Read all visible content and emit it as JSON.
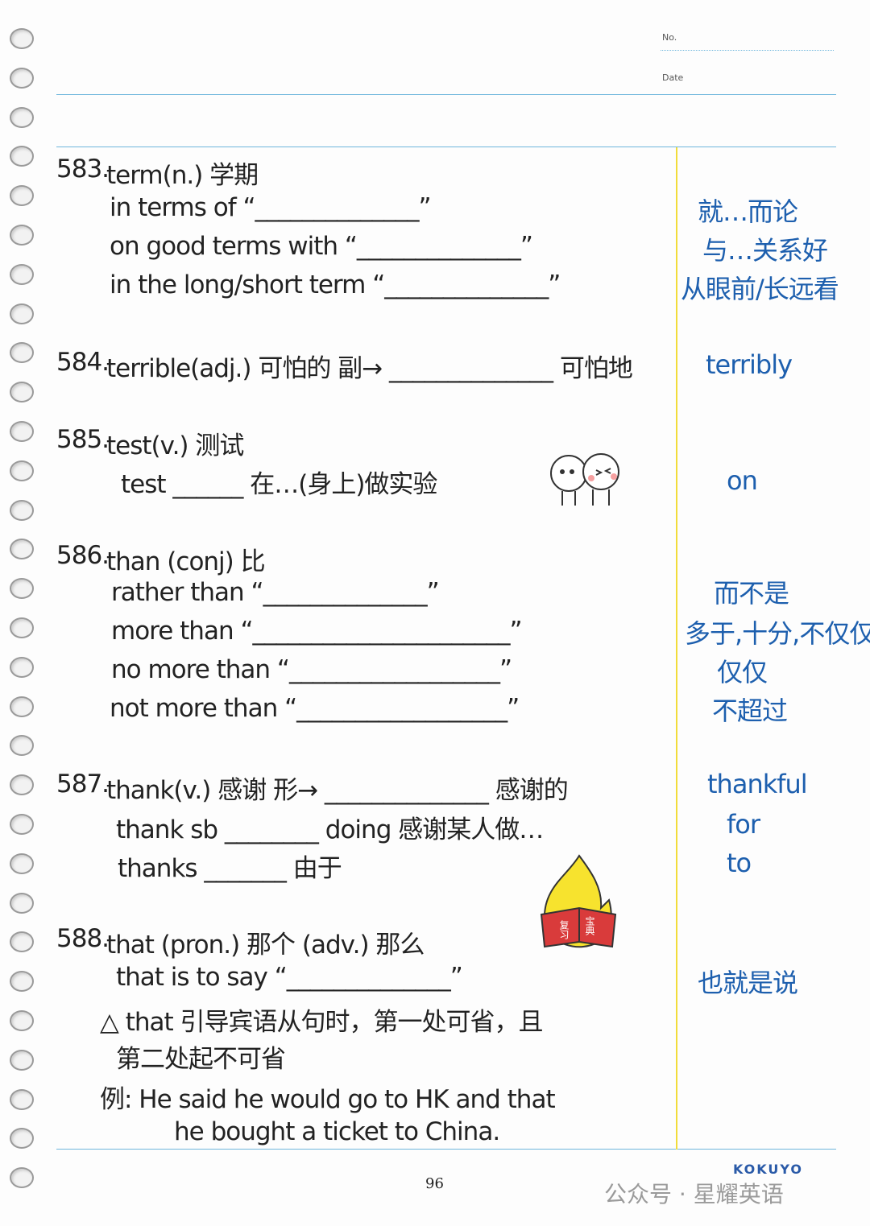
{
  "header": {
    "no_label": "No.",
    "date_label": "Date"
  },
  "entries": [
    {
      "number": "583.",
      "head": "term(n.) 学期",
      "lines": [
        "in terms of “______________”",
        "on good terms with “______________”",
        "in the long/short term “______________”"
      ],
      "answers": [
        "就…而论",
        "与…关系好",
        "从眼前/长远看"
      ]
    },
    {
      "number": "584.",
      "head": "terrible(adj.) 可怕的 副→ ______________ 可怕地",
      "lines": [],
      "answers": [
        "terribly"
      ]
    },
    {
      "number": "585.",
      "head": "test(v.) 测试",
      "lines": [
        "test ______ 在…(身上)做实验"
      ],
      "answers": [
        "on"
      ]
    },
    {
      "number": "586.",
      "head": "than (conj) 比",
      "lines": [
        "rather than “______________”",
        "more than “______________________”",
        "no more than “__________________”",
        "not more than “__________________”"
      ],
      "answers": [
        "而不是",
        "多于,十分,不仅仅",
        "仅仅",
        "不超过"
      ]
    },
    {
      "number": "587.",
      "head": "thank(v.) 感谢 形→ ______________ 感谢的",
      "lines": [
        "thank sb ________ doing 感谢某人做…",
        "thanks _______ 由于"
      ],
      "answers": [
        "thankful",
        "for",
        "to"
      ]
    },
    {
      "number": "588.",
      "head": "that (pron.) 那个 (adv.) 那么",
      "lines": [
        "that is to say “______________”",
        "△ that 引导宾语从句时，第一处可省，且",
        "第二处起不可省",
        "例: He said he would go to HK and that",
        "he bought a ticket to China."
      ],
      "answers": [
        "也就是说"
      ]
    }
  ],
  "stickers": {
    "book_title": "宝典",
    "book_subtitle": "复习"
  },
  "footer": {
    "page_number": "96",
    "brand": "KOKUYO",
    "watermark": "公众号 · 星耀英语"
  },
  "colors": {
    "ink": "#222222",
    "answer_ink": "#1d5fae",
    "rule_line": "#6fb6dc",
    "margin_line": "#f2dc3a"
  }
}
